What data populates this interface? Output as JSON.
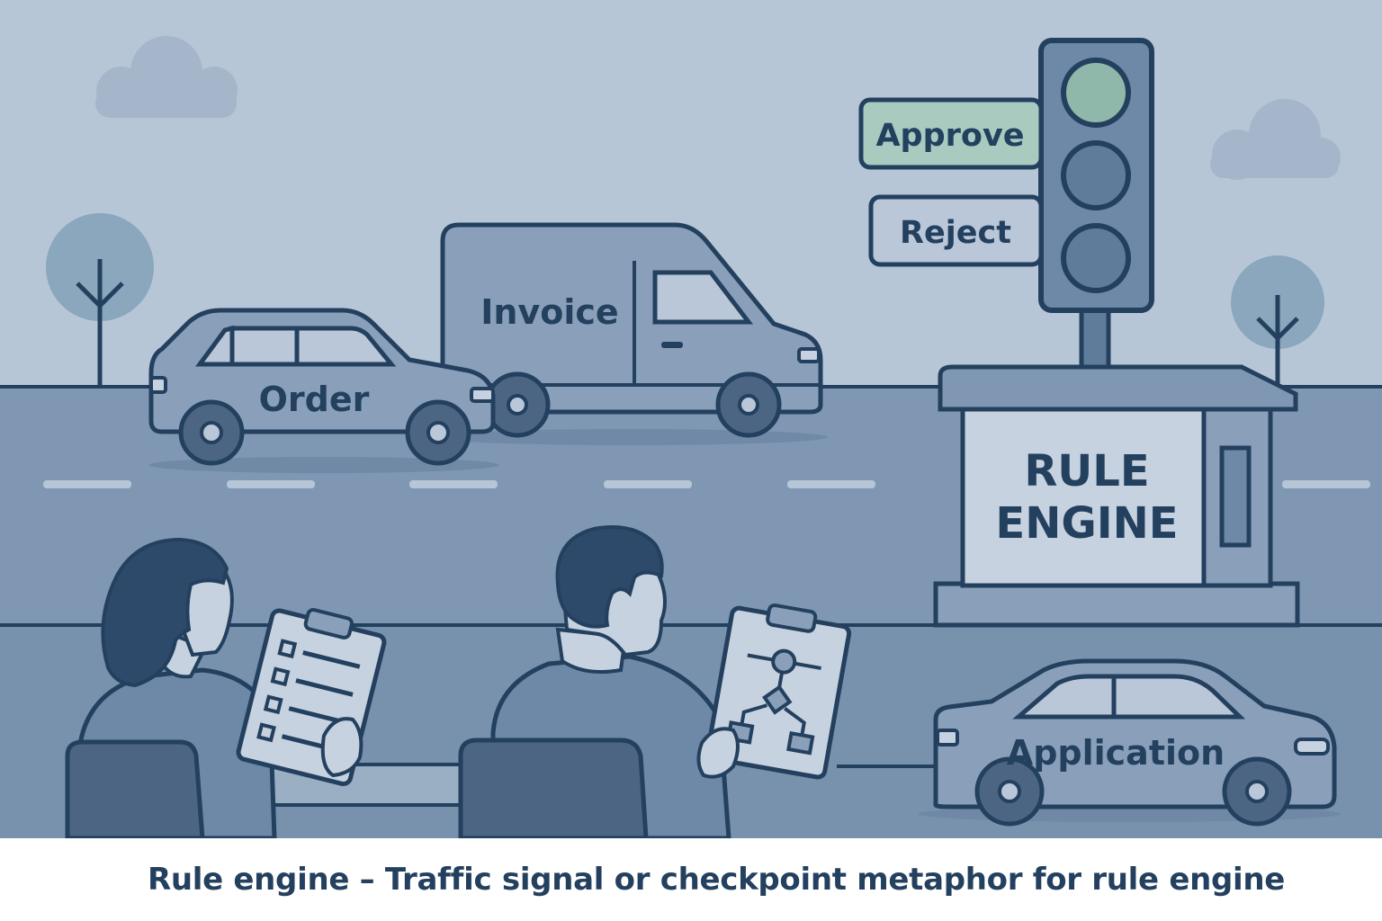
{
  "signal": {
    "approve_label": "Approve",
    "reject_label": "Reject",
    "lights": [
      "green",
      "off",
      "off"
    ]
  },
  "vehicles": {
    "car_label": "Order",
    "van_label": "Invoice",
    "sedan_label": "Application"
  },
  "checkpoint": {
    "line1": "RULE",
    "line2": "ENGINE"
  },
  "caption": "Rule engine – Traffic signal or checkpoint metaphor for rule engine",
  "colors": {
    "sky": "#b7c6d7",
    "road": "#7f97b2",
    "outline": "#24405f",
    "vehicle": "#8aa0ba",
    "green_light": "#8fb8aa",
    "approve_sign": "#a9cbbf",
    "sign": "#b9c7d8",
    "booth_panel": "#c6d2df"
  }
}
